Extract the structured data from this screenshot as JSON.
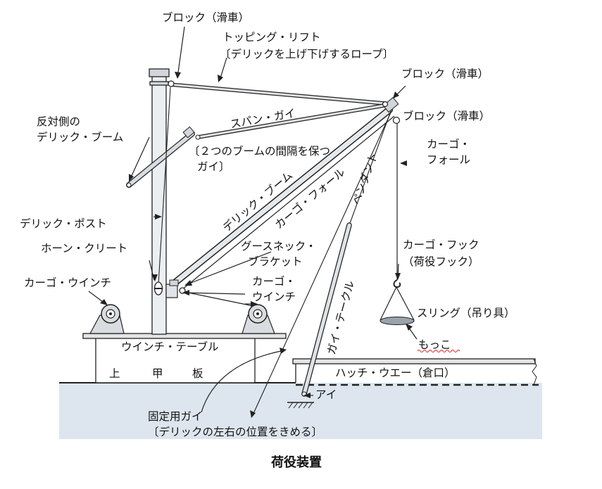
{
  "caption": "荷役装置",
  "labels": {
    "block_top": "ブロック（滑車）",
    "topping_lift": "トッピング・リフト",
    "topping_lift_desc": "〔デリックを上げ下げするロープ〕",
    "block_right": "ブロック（滑車）",
    "block_right2": "ブロック（滑車）",
    "opposite_boom_1": "反対側の",
    "opposite_boom_2": "デリック・ブーム",
    "span_guy": "スパン・ガイ",
    "span_guy_desc_1": "〔２つのブームの間隔を保つ",
    "span_guy_desc_2": "ガイ〕",
    "cargo_fall_1": "カーゴ・",
    "cargo_fall_2": "フォール",
    "derrick_boom": "デリック・ブーム",
    "cargo_fall_diag": "カーゴ・フォール",
    "pendant": "ペンダント",
    "derrick_post": "デリック・ポスト",
    "horn_cleat": "ホーン・クリート",
    "gooseneck_1": "グースネック・",
    "gooseneck_2": "ブラケット",
    "cargo_hook_1": "カーゴ・フック",
    "cargo_hook_2": "（荷役フック）",
    "cargo_winch_left": "カーゴ・ウインチ",
    "cargo_winch_mid_1": "カーゴ・",
    "cargo_winch_mid_2": "ウインチ",
    "sling": "スリング（吊り具）",
    "mokko": "もっこ",
    "guy_tackle": "ガイ・テークル",
    "winch_table": "ウインチ・テーブル",
    "hatchway": "ハッチ・ウエー（倉口）",
    "upper_deck_1": "上",
    "upper_deck_2": "甲",
    "upper_deck_3": "板",
    "eye": "アイ",
    "fixed_guy": "固定用ガイ",
    "fixed_guy_desc": "〔デリックの左右の位置をきめる〕"
  }
}
